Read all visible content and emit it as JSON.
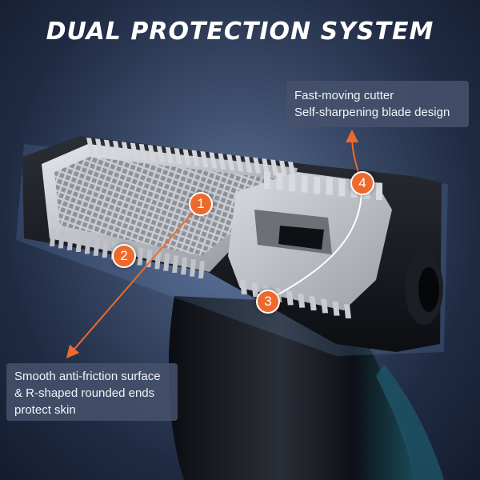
{
  "headline": "DUAL PROTECTION SYSTEM",
  "callouts": {
    "top": [
      "Fast-moving cutter",
      "Self-sharpening blade design"
    ],
    "bottom": [
      "Smooth anti-friction surface",
      "& R-shaped rounded ends",
      "protect skin"
    ]
  },
  "markers": [
    "1",
    "2",
    "3",
    "4"
  ],
  "colors": {
    "accent": "#ee6a2c",
    "callout_bg": "#46526c",
    "text": "#ffffff"
  }
}
